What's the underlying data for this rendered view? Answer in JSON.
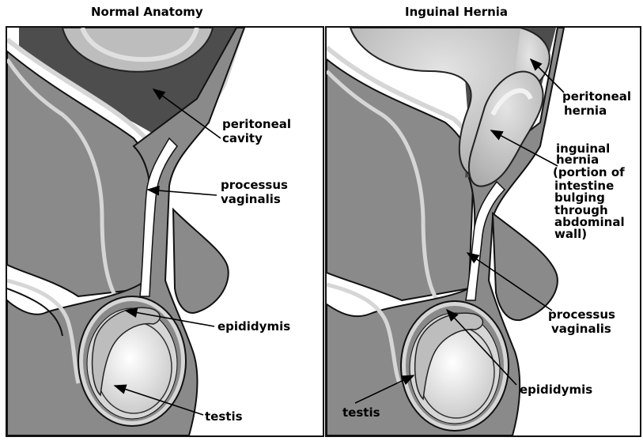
{
  "titles": {
    "left": "Normal Anatomy",
    "right": "Inguinal Hernia"
  },
  "left_labels": {
    "peritoneal_cavity": [
      "peritoneal",
      "cavity"
    ],
    "processus_vaginalis": [
      "processus",
      "vaginalis"
    ],
    "epididymis": [
      "epididymis"
    ],
    "testis": [
      "testis"
    ]
  },
  "right_labels": {
    "peritoneal_hernia": [
      "peritoneal",
      "hernia"
    ],
    "inguinal_hernia": [
      "inguinal",
      "hernia",
      "(portion of",
      "intestine",
      "bulging",
      "through",
      "abdominal",
      "wall)"
    ],
    "processus_vaginalis": [
      "processus",
      "vaginalis"
    ],
    "epididymis": [
      "epididymis"
    ],
    "testis": [
      "testis"
    ]
  },
  "colors": {
    "tissue": "#8a8a8a",
    "cavity_dark": "#4a4a4a",
    "membrane": "#d6d6d6",
    "testis_light": "#eeeeee",
    "outline": "#111111"
  }
}
